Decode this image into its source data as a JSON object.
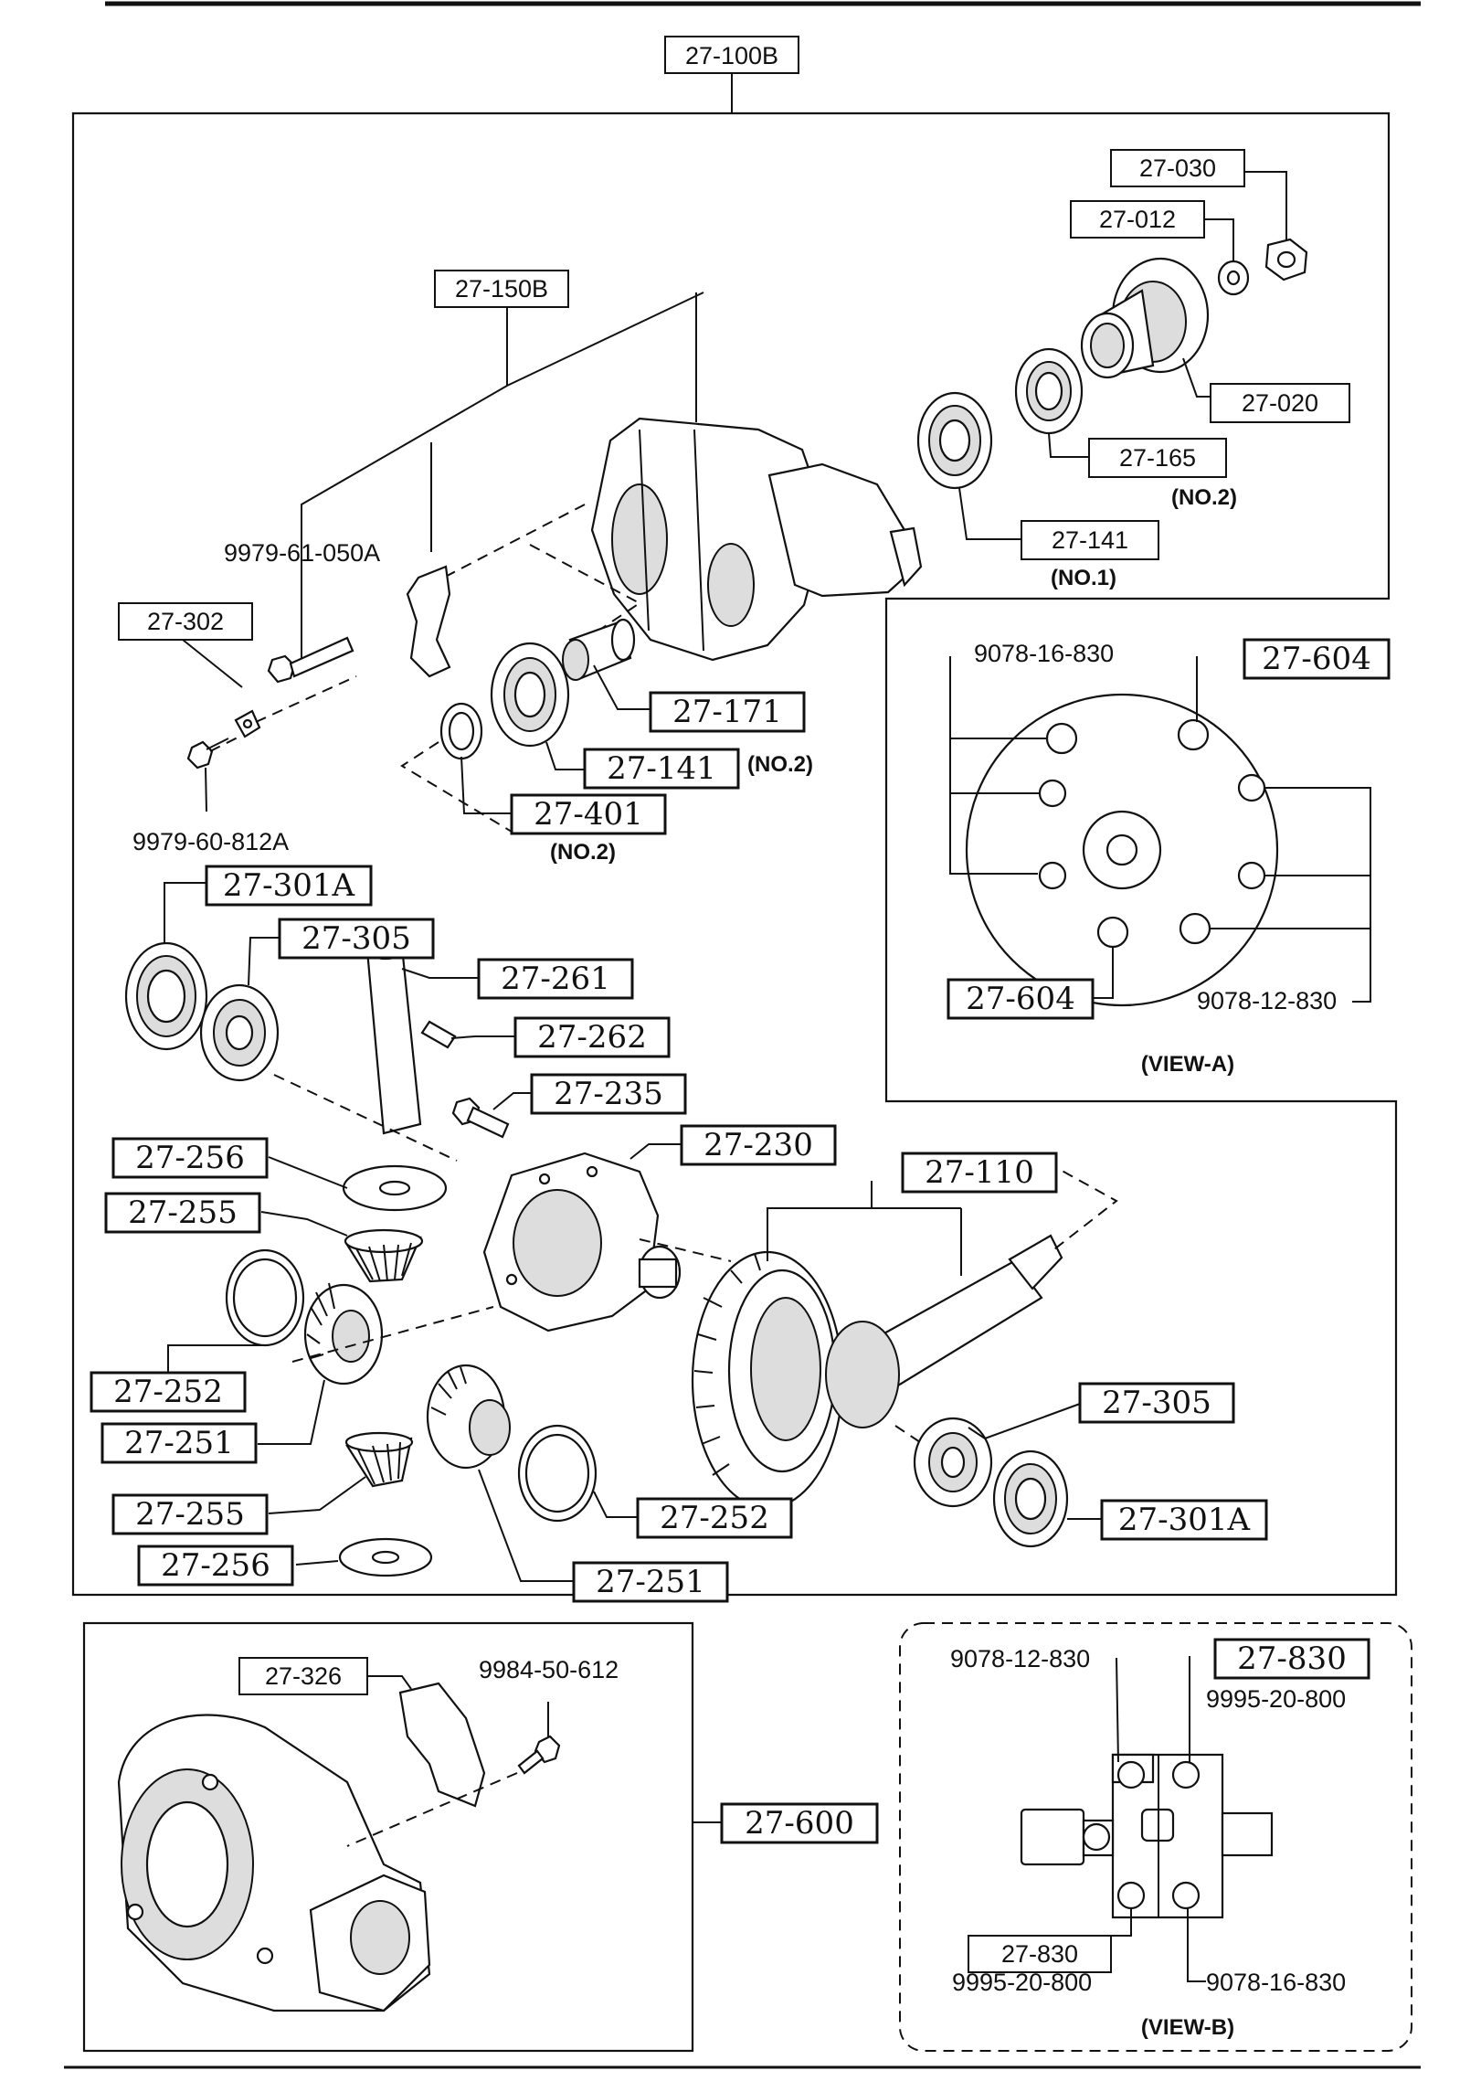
{
  "assembly_label": "27-100B",
  "boxed_labels": [
    {
      "id": "b_27030",
      "text": "27-030"
    },
    {
      "id": "b_27012",
      "text": "27-012"
    },
    {
      "id": "b_27150b",
      "text": "27-150B"
    },
    {
      "id": "b_27020",
      "text": "27-020"
    },
    {
      "id": "b_27165",
      "text": "27-165"
    },
    {
      "id": "b_27141a",
      "text": "27-141"
    },
    {
      "id": "b_27302",
      "text": "27-302"
    },
    {
      "id": "b_27171",
      "text": "27-171"
    },
    {
      "id": "b_27141b",
      "text": "27-141"
    },
    {
      "id": "b_27401",
      "text": "27-401"
    },
    {
      "id": "b_27604a",
      "text": "27-604"
    },
    {
      "id": "b_27604b",
      "text": "27-604"
    },
    {
      "id": "b_27301a",
      "text": "27-301A"
    },
    {
      "id": "b_27305a",
      "text": "27-305"
    },
    {
      "id": "b_27261",
      "text": "27-261"
    },
    {
      "id": "b_27262",
      "text": "27-262"
    },
    {
      "id": "b_27235",
      "text": "27-235"
    },
    {
      "id": "b_27256a",
      "text": "27-256"
    },
    {
      "id": "b_27230",
      "text": "27-230"
    },
    {
      "id": "b_27110",
      "text": "27-110"
    },
    {
      "id": "b_27255a",
      "text": "27-255"
    },
    {
      "id": "b_27252a",
      "text": "27-252"
    },
    {
      "id": "b_27251a",
      "text": "27-251"
    },
    {
      "id": "b_27305b",
      "text": "27-305"
    },
    {
      "id": "b_27255b",
      "text": "27-255"
    },
    {
      "id": "b_27301b",
      "text": "27-301A"
    },
    {
      "id": "b_27252b",
      "text": "27-252"
    },
    {
      "id": "b_27256b",
      "text": "27-256"
    },
    {
      "id": "b_27251b",
      "text": "27-251"
    },
    {
      "id": "b_27326",
      "text": "27-326"
    },
    {
      "id": "b_27600",
      "text": "27-600"
    },
    {
      "id": "b_27830a",
      "text": "27-830"
    },
    {
      "id": "b_27830b",
      "text": "27-830"
    }
  ],
  "plain_labels": [
    {
      "id": "p_9979_61",
      "text": "9979-61-050A"
    },
    {
      "id": "p_9979_60",
      "text": "9979-60-812A"
    },
    {
      "id": "p_9078_16a",
      "text": "9078-16-830"
    },
    {
      "id": "p_9078_12a",
      "text": "9078-12-830"
    },
    {
      "id": "p_9984",
      "text": "9984-50-612"
    },
    {
      "id": "p_9078_12b",
      "text": "9078-12-830"
    },
    {
      "id": "p_9995a",
      "text": "9995-20-800"
    },
    {
      "id": "p_9995b",
      "text": "9995-20-800"
    },
    {
      "id": "p_9078_16b",
      "text": "9078-16-830"
    }
  ],
  "notes": [
    {
      "id": "n_no2a",
      "text": "(NO.2)"
    },
    {
      "id": "n_no1",
      "text": "(NO.1)"
    },
    {
      "id": "n_no2b",
      "text": "(NO.2)"
    },
    {
      "id": "n_no2c",
      "text": "(NO.2)"
    }
  ],
  "view_titles": {
    "view_a": "(VIEW-A)",
    "view_b": "(VIEW-B)"
  }
}
